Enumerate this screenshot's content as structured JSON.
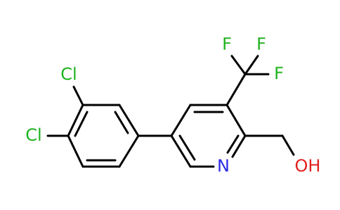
{
  "molecule": {
    "labels": {
      "cl_top": "Cl",
      "cl_left": "Cl",
      "f_left": "F",
      "f_mid": "F",
      "f_right": "F",
      "n_ring": "N",
      "oh": "OH"
    },
    "colors": {
      "chlorine": "#1fb21f",
      "fluorine": "#1fb21f",
      "nitrogen": "#2a2ae6",
      "oxygen": "#e32020",
      "bond": "#000000"
    }
  }
}
